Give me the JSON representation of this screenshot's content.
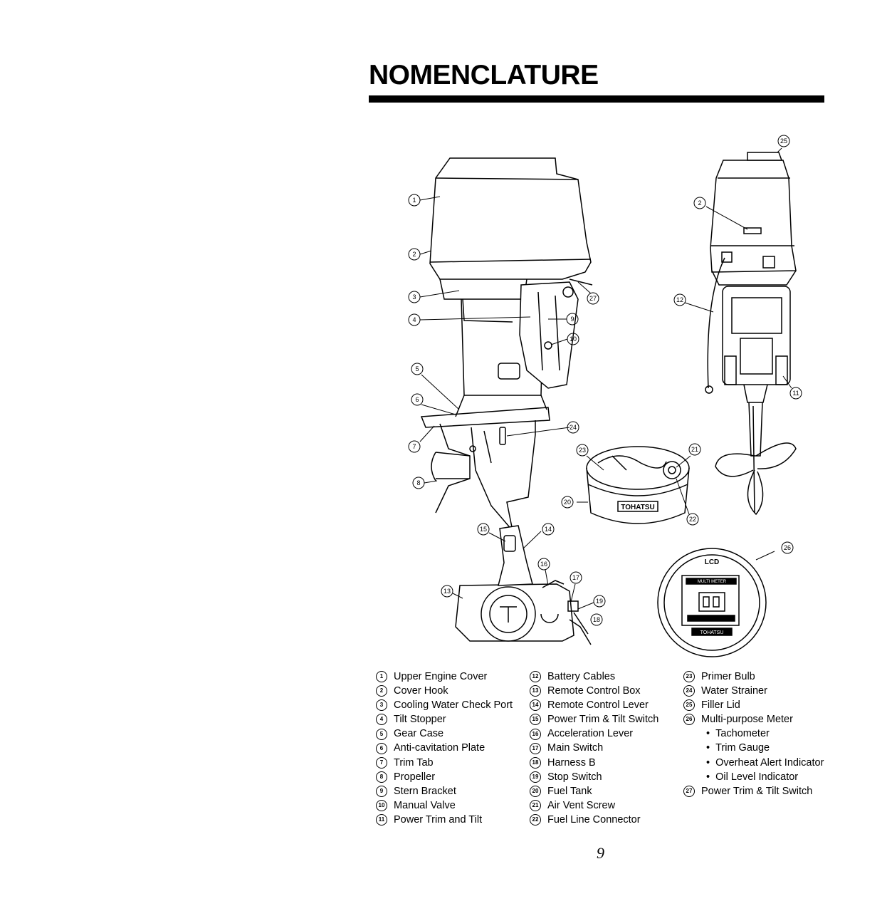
{
  "page": {
    "title": "NOMENCLATURE",
    "page_number": "9",
    "fuel_tank_brand": "TOHATSU",
    "meter_label_top": "LCD",
    "meter_label_sub": "MULTI METER",
    "meter_brand": "TOHATSU"
  },
  "legend": {
    "col1": [
      {
        "n": "1",
        "label": "Upper Engine Cover"
      },
      {
        "n": "2",
        "label": "Cover Hook"
      },
      {
        "n": "3",
        "label": "Cooling Water Check Port"
      },
      {
        "n": "4",
        "label": "Tilt Stopper"
      },
      {
        "n": "5",
        "label": "Gear Case"
      },
      {
        "n": "6",
        "label": "Anti-cavitation Plate"
      },
      {
        "n": "7",
        "label": "Trim Tab"
      },
      {
        "n": "8",
        "label": "Propeller"
      },
      {
        "n": "9",
        "label": "Stern Bracket"
      },
      {
        "n": "10",
        "label": "Manual Valve"
      },
      {
        "n": "11",
        "label": "Power Trim and Tilt"
      }
    ],
    "col2": [
      {
        "n": "12",
        "label": "Battery Cables"
      },
      {
        "n": "13",
        "label": "Remote Control Box"
      },
      {
        "n": "14",
        "label": "Remote Control Lever"
      },
      {
        "n": "15",
        "label": "Power Trim & Tilt Switch"
      },
      {
        "n": "16",
        "label": "Acceleration Lever"
      },
      {
        "n": "17",
        "label": "Main Switch"
      },
      {
        "n": "18",
        "label": "Harness B"
      },
      {
        "n": "19",
        "label": "Stop Switch"
      },
      {
        "n": "20",
        "label": "Fuel Tank"
      },
      {
        "n": "21",
        "label": "Air Vent Screw"
      },
      {
        "n": "22",
        "label": "Fuel Line Connector"
      }
    ],
    "col3": [
      {
        "n": "23",
        "label": "Primer Bulb"
      },
      {
        "n": "24",
        "label": "Water Strainer"
      },
      {
        "n": "25",
        "label": "Filler Lid"
      },
      {
        "n": "26",
        "label": "Multi-purpose Meter"
      }
    ],
    "col3_sub": [
      "Tachometer",
      "Trim Gauge",
      "Overheat Alert Indicator",
      "Oil Level Indicator"
    ],
    "col3_last": {
      "n": "27",
      "label": "Power Trim & Tilt Switch"
    }
  }
}
